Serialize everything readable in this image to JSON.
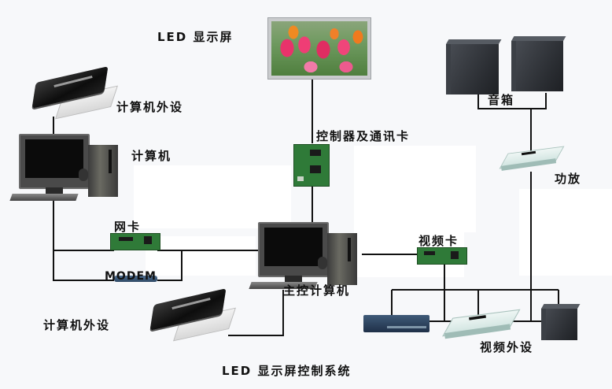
{
  "diagram": {
    "title": "LED 显示屏控制系统",
    "nodes": {
      "led_screen": {
        "label": "LED 显示屏",
        "icon": "led-screen-icon"
      },
      "controller_card": {
        "label": "控制器及通讯卡",
        "icon": "circuit-board-icon"
      },
      "speakers": {
        "label": "音箱",
        "icon": "speaker-icon"
      },
      "amplifier": {
        "label": "功放",
        "icon": "amplifier-icon"
      },
      "peripheral_top": {
        "label": "计算机外设",
        "icon": "printer-icon"
      },
      "computer": {
        "label": "计算机",
        "icon": "desktop-computer-icon"
      },
      "network_card": {
        "label": "网卡",
        "icon": "circuit-board-icon"
      },
      "modem": {
        "label": "MODEM",
        "icon": "modem-icon"
      },
      "main_computer": {
        "label": "主控计算机",
        "icon": "desktop-computer-icon"
      },
      "video_card": {
        "label": "视频卡",
        "icon": "circuit-board-icon"
      },
      "peripheral_bottom": {
        "label": "计算机外设",
        "icon": "printer-icon"
      },
      "video_peripherals": {
        "label": "视频外设",
        "icon": "video-device-icon"
      }
    },
    "connections": [
      [
        "led_screen",
        "controller_card"
      ],
      [
        "controller_card",
        "main_computer"
      ],
      [
        "speakers",
        "amplifier"
      ],
      [
        "amplifier",
        "video_peripherals"
      ],
      [
        "peripheral_top",
        "computer"
      ],
      [
        "computer",
        "network_card"
      ],
      [
        "computer",
        "modem"
      ],
      [
        "network_card",
        "main_computer"
      ],
      [
        "modem",
        "main_computer"
      ],
      [
        "main_computer",
        "video_card"
      ],
      [
        "video_card",
        "video_peripherals"
      ],
      [
        "main_computer",
        "peripheral_bottom"
      ]
    ]
  }
}
